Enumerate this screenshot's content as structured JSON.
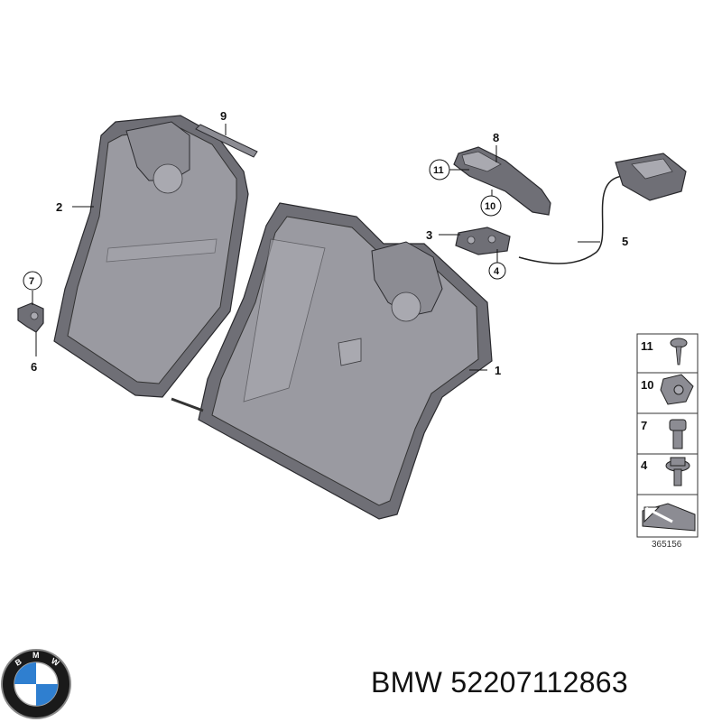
{
  "callouts": {
    "c1": "1",
    "c2": "2",
    "c3": "3",
    "c4": "4",
    "c5": "5",
    "c6": "6",
    "c7": "7",
    "c8": "8",
    "c9": "9",
    "c10": "10",
    "c11": "11"
  },
  "legend": {
    "items": [
      {
        "number": "11",
        "icon": "screw-icon"
      },
      {
        "number": "10",
        "icon": "clip-nut-icon"
      },
      {
        "number": "7",
        "icon": "bolt-icon"
      },
      {
        "number": "4",
        "icon": "flange-bolt-icon"
      }
    ],
    "arrow_icon": "direction-arrow-icon"
  },
  "diagram_number": "365156",
  "logo": {
    "brand": "BMW"
  },
  "footer": {
    "brand": "BMW",
    "part_number": "52207112863"
  },
  "colors": {
    "part_fill": "#8c8c93",
    "part_outline": "#2a2a2e",
    "background": "#ffffff"
  }
}
